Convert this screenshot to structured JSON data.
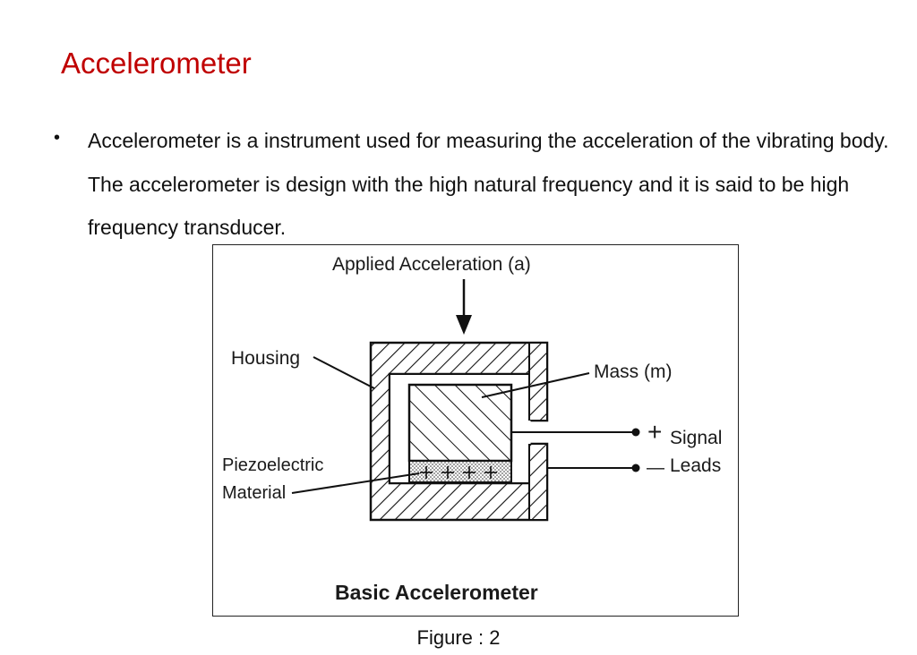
{
  "title": "Accelerometer",
  "bullet": {
    "marker": "•",
    "text": "Accelerometer is a instrument used for measuring the acceleration of the vibrating body. The accelerometer is design with the high natural frequency and it is said to be high frequency transducer."
  },
  "figure": {
    "labels": {
      "applied": "Applied Acceleration (a)",
      "housing": "Housing",
      "mass": "Mass (m)",
      "piezo_line1": "Piezoelectric",
      "piezo_line2": "Material",
      "plus": "+",
      "minus": "—",
      "signal": "Signal",
      "leads": "Leads",
      "diagram_title": "Basic Accelerometer"
    }
  },
  "caption": "Figure : 2"
}
